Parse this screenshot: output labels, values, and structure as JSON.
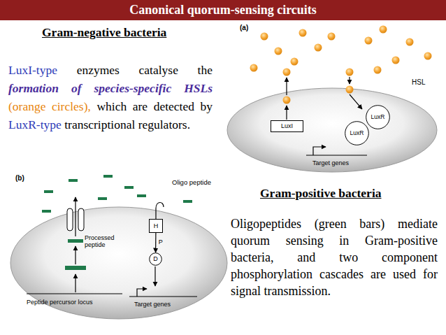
{
  "diagram": {
    "title": "Canonical quorum-sensing circuits",
    "nodes": [
      {
        "text": [
          "LuxI"
        ]
      },
      {
        "text": [
          "LuxR"
        ]
      },
      {
        "text": [
          "LuxR"
        ]
      },
      {
        "text": [
          "H"
        ]
      },
      {
        "text": [
          "D"
        ]
      }
    ],
    "edges": [
      {
        "from": 3,
        "to": 4,
        "label": "P",
        "arrow": "to"
      }
    ],
    "labels": [
      "Gram-negative bacteria",
      "LuxI-type enzymes catalyse the formation of species-specific HSLs (orange circles), which are detected by LuxR-type transcriptional regulators.",
      "(a)",
      "HSL",
      "Target genes",
      "(b)",
      "Oligo peptide",
      "Processed peptide",
      "Peptide percursor locus",
      "Target genes",
      "Gram-positive bacteria",
      "Oligopeptides (green bars) mediate quorum sensing in Gram-positive bacteria, and two component phosphorylation cascades are used for signal transmission."
    ]
  }
}
